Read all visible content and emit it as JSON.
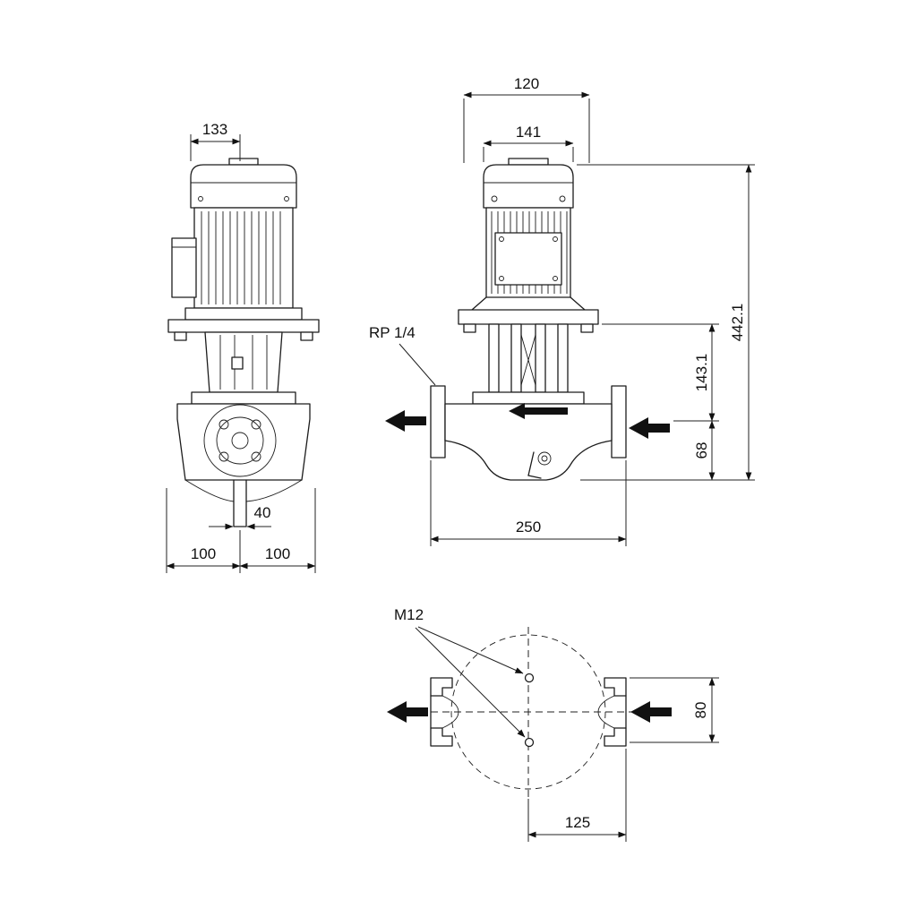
{
  "colors": {
    "ink": "#1a1a1a",
    "background": "#ffffff"
  },
  "icons": {
    "flow_direction_arrow": "solid-left-arrow"
  },
  "views": {
    "side": {
      "dim_motor_width": "133",
      "dim_pipe_width": "40",
      "dim_base_left": "100",
      "dim_base_right": "100"
    },
    "front": {
      "dim_top_width": "120",
      "dim_fan_width": "141",
      "dim_total_height": "442.1",
      "dim_lantern_height": "143.1",
      "dim_port_height": "68",
      "dim_flange_span": "250",
      "label_gauge_port": "RP 1/4"
    },
    "plan": {
      "label_bolt": "M12",
      "dim_hole_span": "80",
      "dim_center_to_flange": "125"
    }
  }
}
